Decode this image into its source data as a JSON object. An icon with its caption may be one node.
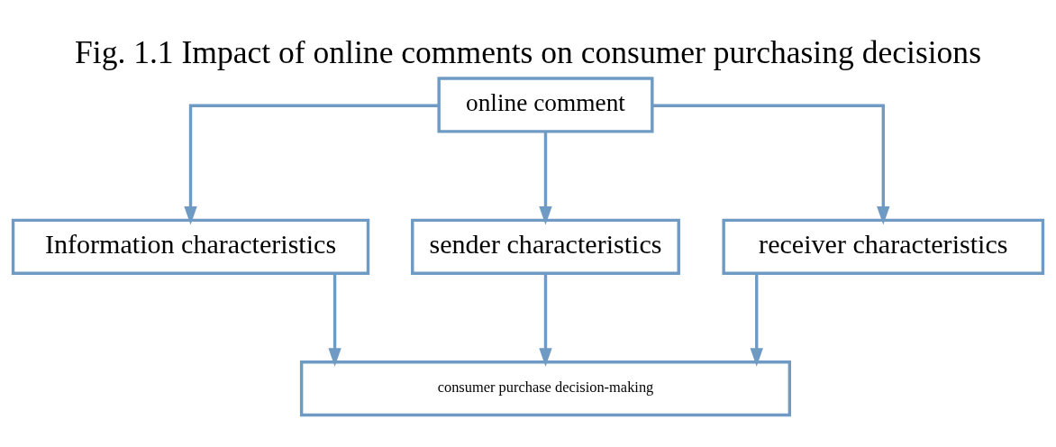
{
  "diagram": {
    "title": "Fig. 1.1 Impact of online comments on consumer purchasing decisions",
    "nodes": [
      {
        "text": [
          "online comment"
        ]
      },
      {
        "text": [
          "Information characteristics"
        ]
      },
      {
        "text": [
          "sender characteristics"
        ]
      },
      {
        "text": [
          "receiver characteristics"
        ]
      },
      {
        "text": [
          "consumer purchase decision-making"
        ]
      }
    ],
    "edges": [
      {
        "from": 0,
        "to": 1,
        "arrow": "to"
      },
      {
        "from": 0,
        "to": 2,
        "arrow": "to"
      },
      {
        "from": 0,
        "to": 3,
        "arrow": "to"
      },
      {
        "from": 1,
        "to": 4,
        "arrow": "to"
      },
      {
        "from": 2,
        "to": 4,
        "arrow": "to"
      },
      {
        "from": 3,
        "to": 4,
        "arrow": "to"
      }
    ]
  }
}
